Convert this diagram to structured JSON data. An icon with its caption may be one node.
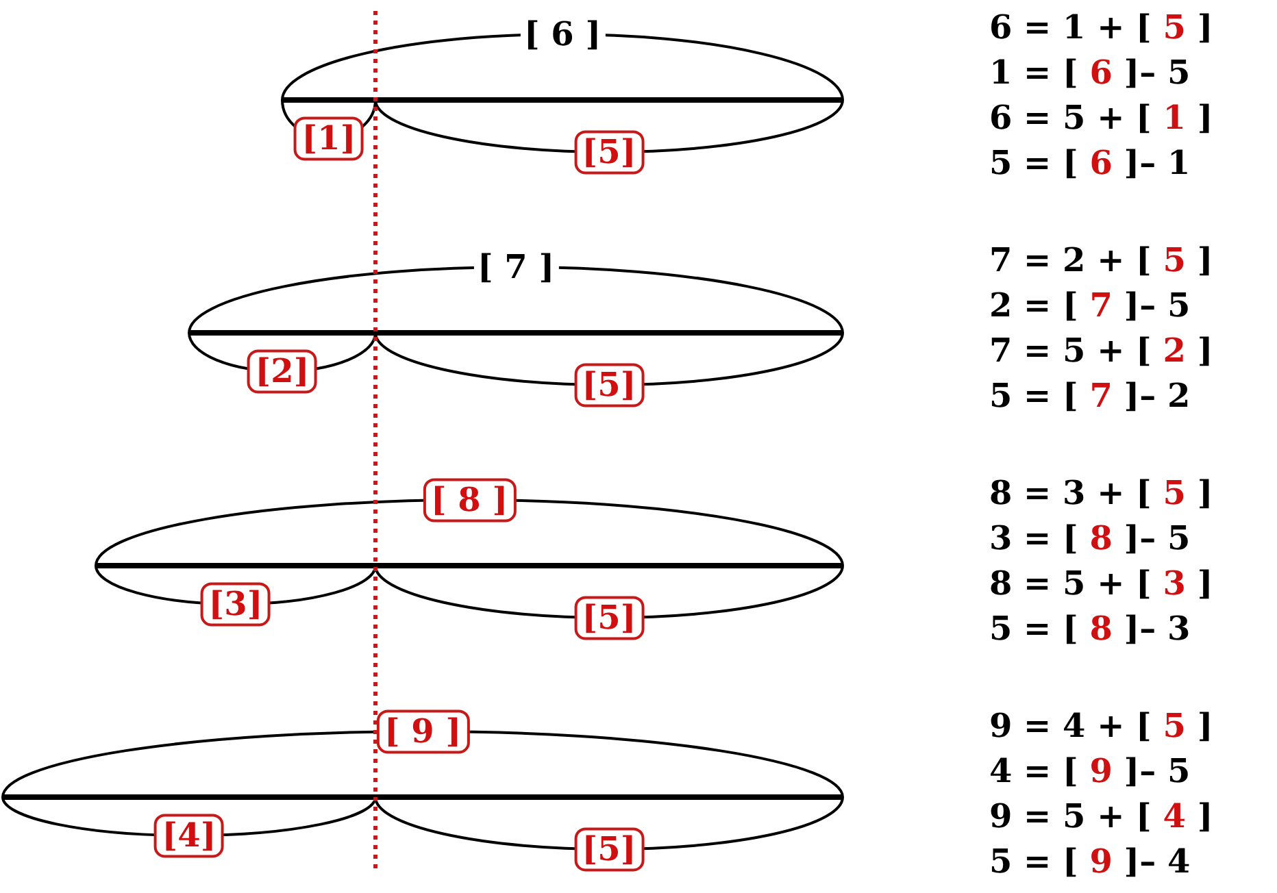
{
  "diagram": {
    "nodes": [
      {
        "text": [
          "[1]"
        ]
      },
      {
        "text": [
          "[5]"
        ]
      },
      {
        "text": [
          "[2]"
        ]
      },
      {
        "text": [
          "[5]"
        ]
      },
      {
        "text": [
          "[ 8 ]"
        ]
      },
      {
        "text": [
          "[3]"
        ]
      },
      {
        "text": [
          "[5]"
        ]
      },
      {
        "text": [
          "[ 9 ]"
        ]
      },
      {
        "text": [
          "[4]"
        ]
      },
      {
        "text": [
          "[5]"
        ]
      }
    ],
    "labels": [
      "[ 6 ]",
      "6 = 1 + [ 5 ]",
      "1 = [ 6 ]– 5",
      "6 = 5 + [ 1 ]",
      "5 = [ 6 ]– 1",
      "[ 7 ]",
      "7 = 2 + [ 5 ]",
      "2 = [ 7 ]– 5",
      "7 = 5 + [ 2 ]",
      "5 = [ 7 ]– 2",
      "8 = 3 + [ 5 ]",
      "3 = [ 8 ]– 5",
      "8 = 5 + [ 3 ]",
      "5 = [ 8 ]– 3",
      "9 = 4 + [ 5 ]",
      "4 = [ 9 ]– 5",
      "9 = 5 + [ 4 ]",
      "5 = [ 9 ]– 4"
    ]
  }
}
